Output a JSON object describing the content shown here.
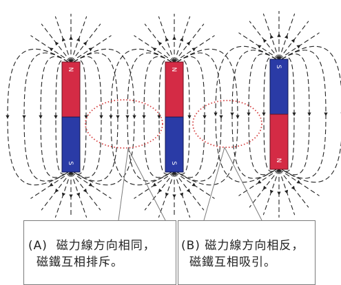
{
  "magnets": [
    {
      "id": "A",
      "top_pole": "N",
      "bottom_pole": "S"
    },
    {
      "id": "B",
      "top_pole": "N",
      "bottom_pole": "S"
    },
    {
      "id": "C",
      "top_pole": "S",
      "bottom_pole": "N"
    }
  ],
  "callouts": {
    "a": {
      "tag": "(A)",
      "line1": "磁力線方向相同，",
      "line2": "磁鐵互相排斥。"
    },
    "b": {
      "tag": "(B)",
      "line1": "磁力線方向相反，",
      "line2": "磁鐵互相吸引。"
    }
  },
  "colors": {
    "north": "#d42b45",
    "south": "#2a3ba6",
    "field_lines": "#222222",
    "highlight": "#d33a3a",
    "callout_border": "#7a7a7a"
  }
}
